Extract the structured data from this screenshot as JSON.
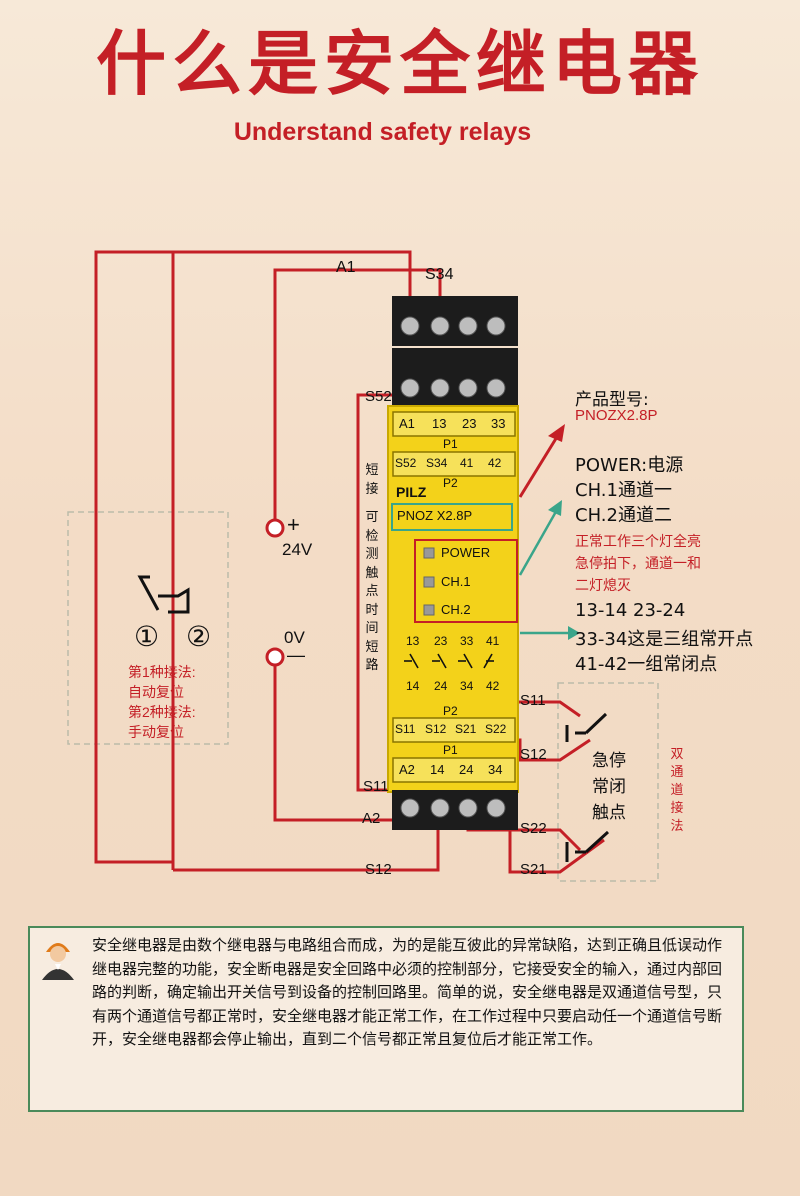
{
  "title_cn": "什么是安全继电器",
  "title_en": "Understand safety relays",
  "wires": {
    "a1": "A1",
    "s34": "S34",
    "s52": "S52",
    "s11_left": "S11",
    "a2": "A2",
    "s12_bottom": "S12",
    "s11_right": "S11",
    "s12_right": "S12",
    "s22": "S22",
    "s21": "S21"
  },
  "power": {
    "plus": "+",
    "v24": "24V",
    "v0": "0V",
    "minus": "—"
  },
  "switch": {
    "pos1": "①",
    "pos2": "②",
    "method1_line1": "第1种接法:",
    "method1_line2": "自动复位",
    "method2_line1": "第2种接法:",
    "method2_line2": "手动复位"
  },
  "short_note": [
    "短",
    "接",
    "",
    "可",
    "检",
    "测",
    "触",
    "点",
    "时",
    "间",
    "短",
    "路"
  ],
  "relay": {
    "top_terminals": [
      "A1",
      "13",
      "23",
      "33"
    ],
    "p1_top": "P1",
    "second_terminals": [
      "S52",
      "S34",
      "41",
      "42"
    ],
    "p2_top": "P2",
    "brand": "PILZ",
    "model": "PNOZ X2.8P",
    "leds": [
      "POWER",
      "CH.1",
      "CH.2"
    ],
    "contacts_top": [
      "13",
      "23",
      "33",
      "41"
    ],
    "contacts_bottom": [
      "14",
      "24",
      "34",
      "42"
    ],
    "p2_bottom": "P2",
    "bottom_terminals": [
      "S11",
      "S12",
      "S21",
      "S22"
    ],
    "p1_bottom": "P1",
    "last_terminals": [
      "A2",
      "14",
      "24",
      "34"
    ]
  },
  "info": {
    "model_label": "产品型号:",
    "model_value": "PNOZX2.8P",
    "power_line": "POWER:电源",
    "ch1_line": "CH.1通道一",
    "ch2_line": "CH.2通道二",
    "warn_line1": "正常工作三个灯全亮",
    "warn_line2": "急停拍下，通道一和",
    "warn_line3": "二灯熄灭",
    "contacts_line1": "13-14 23-24",
    "contacts_line2": "33-34这是三组常开点",
    "contacts_line3": "41-42一组常闭点"
  },
  "estop": {
    "line1": "急停",
    "line2": "常闭",
    "line3": "触点"
  },
  "dual": [
    "双",
    "通",
    "道",
    "接",
    "法"
  ],
  "note": "安全继电器是由数个继电器与电路组合而成，为的是能互彼此的异常缺陷，达到正确且低误动作继电器完整的功能，安全断电器是安全回路中必须的控制部分，它接受安全的输入，通过内部回路的判断，确定输出开关信号到设备的控制回路里。简单的说，安全继电器是双通道信号型，只有两个通道信号都正常时，安全继电器才能正常工作，在工作过程中只要启动任一个通道信号断开，安全继电器都会停止输出，直到二个信号都正常且复位后才能正常工作。",
  "colors": {
    "red": "#c41f26",
    "yellow": "#f3d21a",
    "green": "#3aa58a",
    "black": "#1c1c1c"
  }
}
